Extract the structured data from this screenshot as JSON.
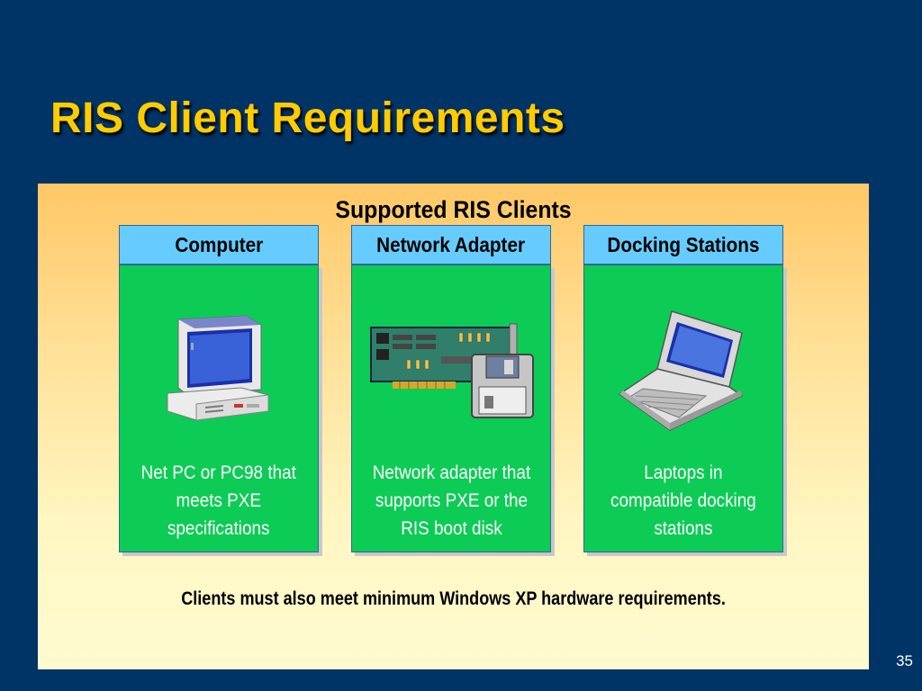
{
  "slide": {
    "title": "RIS Client Requirements",
    "page_number": "35"
  },
  "panel": {
    "heading": "Supported RIS Clients",
    "footnote": "Clients must also meet minimum Windows XP hardware requirements."
  },
  "cards": [
    {
      "header": "Computer",
      "icon": "desktop-computer-icon",
      "text": "Net PC or PC98 that\nmeets PXE\nspecifications"
    },
    {
      "header": "Network Adapter",
      "icon": "network-adapter-card-icon",
      "text": "Network adapter that\nsupports PXE or the\nRIS boot disk"
    },
    {
      "header": "Docking Stations",
      "icon": "laptop-icon",
      "text": "Laptops in\ncompatible docking\nstations"
    }
  ],
  "colors": {
    "background": "#003366",
    "title": "#ffcc00",
    "card_header": "#66ccff",
    "card_body": "#0ccc55"
  }
}
